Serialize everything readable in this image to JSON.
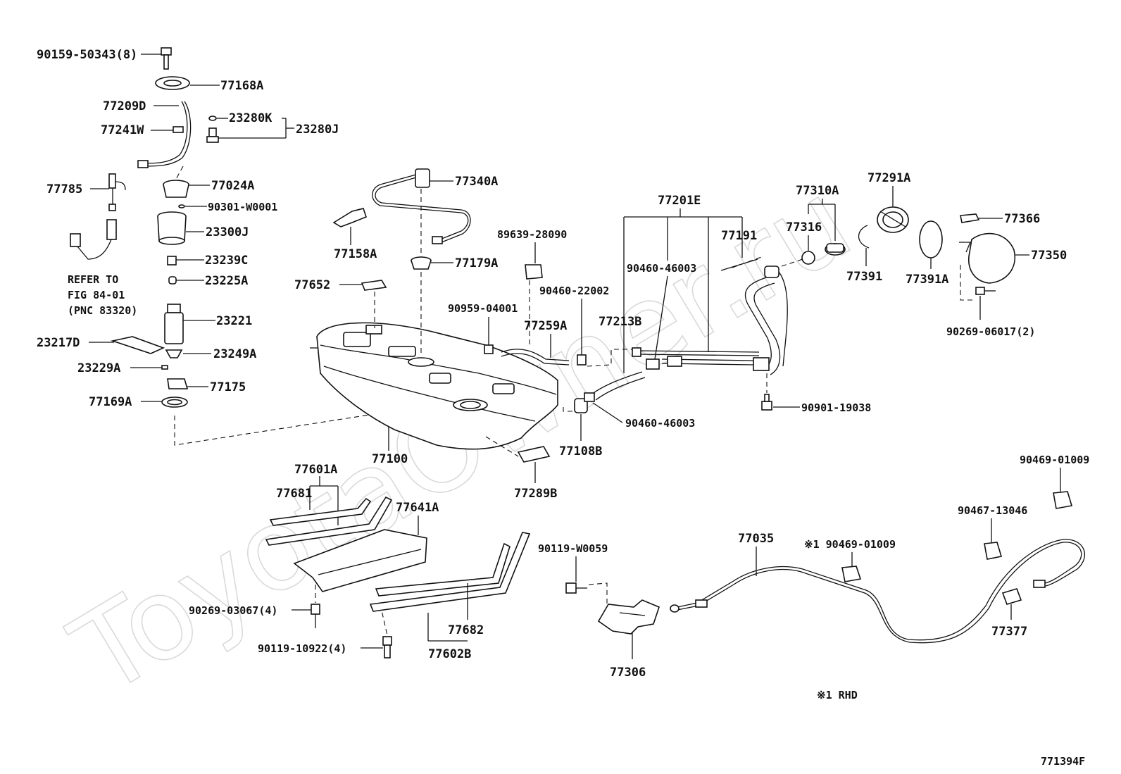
{
  "watermark": "ToyotaOwner.ru",
  "figure_id": "771394F",
  "note": "※1 RHD",
  "refer": {
    "line1": "REFER TO",
    "line2": "FIG 84-01",
    "line3": "(PNC 83320)"
  },
  "labels": {
    "p90159_50343": "90159-50343(8)",
    "p77168A": "77168A",
    "p77209D": "77209D",
    "p23280K": "23280K",
    "p23280J": "23280J",
    "p77241W": "77241W",
    "p77785": "77785",
    "p77024A": "77024A",
    "p90301_W0001": "90301-W0001",
    "p23300J": "23300J",
    "p23239C": "23239C",
    "p23225A": "23225A",
    "p23221": "23221",
    "p23217D": "23217D",
    "p23249A": "23249A",
    "p23229A": "23229A",
    "p77175": "77175",
    "p77169A": "77169A",
    "p77340A": "77340A",
    "p77158A": "77158A",
    "p77179A": "77179A",
    "p77652": "77652",
    "p89639_28090": "89639-28090",
    "p90460_22002": "90460-22002",
    "p90959_04001": "90959-04001",
    "p77259A": "77259A",
    "p77213B": "77213B",
    "p77201E": "77201E",
    "p90460_46003_top": "90460-46003",
    "p77191": "77191",
    "p77310A": "77310A",
    "p77316": "77316",
    "p77291A": "77291A",
    "p77391": "77391",
    "p77391A": "77391A",
    "p77366": "77366",
    "p77350": "77350",
    "p90269_06017": "90269-06017(2)",
    "p90901_19038": "90901-19038",
    "p90460_46003_bot": "90460-46003",
    "p77108B": "77108B",
    "p77100": "77100",
    "p77289B": "77289B",
    "p77601A": "77601A",
    "p77681": "77681",
    "p77641A": "77641A",
    "p90269_03067": "90269-03067(4)",
    "p90119_10922": "90119-10922(4)",
    "p77682": "77682",
    "p77602B": "77602B",
    "p90119_W0059": "90119-W0059",
    "p77306": "77306",
    "p77035": "77035",
    "p90469_01009_rhd": "※1 90469-01009",
    "p90467_13046": "90467-13046",
    "p90469_01009": "90469-01009",
    "p77377": "77377"
  }
}
